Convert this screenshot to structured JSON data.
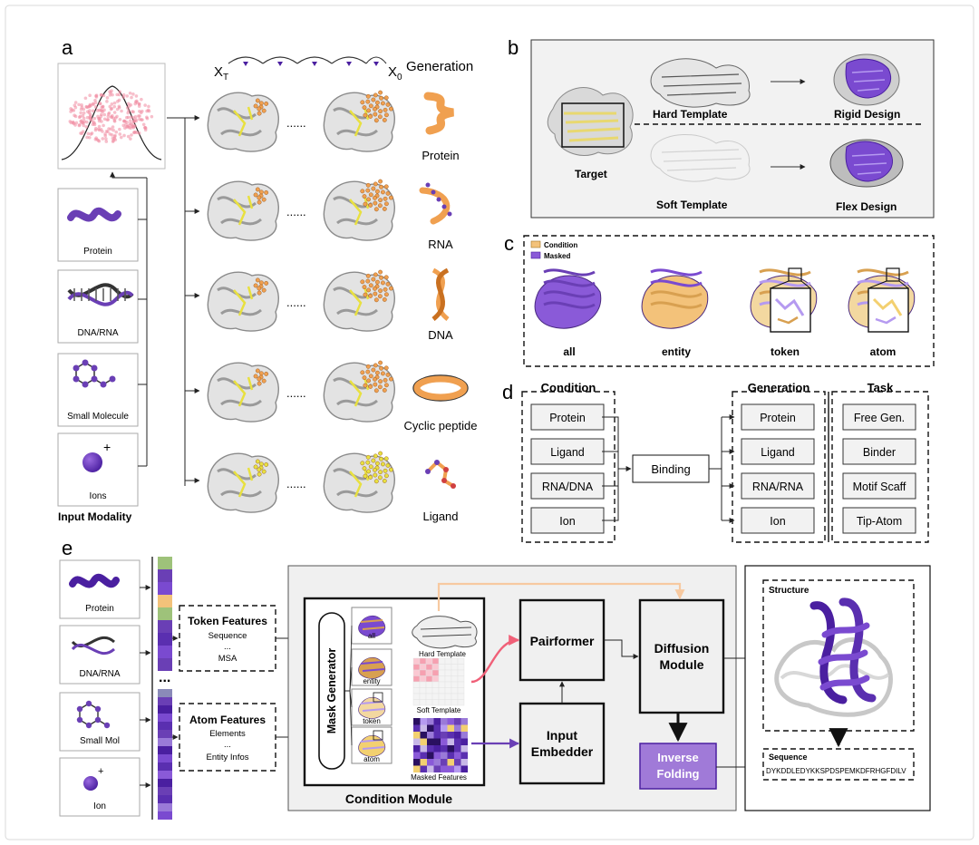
{
  "panel_letters": {
    "a": "a",
    "b": "b",
    "c": "c",
    "d": "d",
    "e": "e"
  },
  "panel_a": {
    "modalities": [
      "Protein",
      "DNA/RNA",
      "Small Molecule",
      "Ions"
    ],
    "title": "Input Modality",
    "x_start": "X",
    "x_start_sub": "T",
    "x_end": "X",
    "x_end_sub": "0",
    "generation_label": "Generation",
    "ellipsis": "......",
    "outputs": [
      "Protein",
      "RNA",
      "DNA",
      "Cyclic peptide",
      "Ligand"
    ]
  },
  "panel_b": {
    "target": "Target",
    "hard_template": "Hard Template",
    "soft_template": "Soft Template",
    "rigid_design": "Rigid Design",
    "flex_design": "Flex Design"
  },
  "panel_c": {
    "legend_condition": "Condition",
    "legend_masked": "Masked",
    "labels": [
      "all",
      "entity",
      "token",
      "atom"
    ]
  },
  "panel_d": {
    "condition_title": "Condition",
    "conditions": [
      "Protein",
      "Ligand",
      "RNA/DNA",
      "Ion"
    ],
    "binding": "Binding",
    "generation_title": "Generation",
    "generations": [
      "Protein",
      "Ligand",
      "RNA/RNA",
      "Ion"
    ],
    "task_title": "Task",
    "tasks": [
      "Free Gen.",
      "Binder",
      "Motif Scaff",
      "Tip-Atom"
    ]
  },
  "panel_e": {
    "inputs": [
      "Protein",
      "DNA/RNA",
      "Small Mol",
      "Ion"
    ],
    "ellipsis": "...",
    "token_features_title": "Token Features",
    "token_features_lines": [
      "Sequence",
      "...",
      "MSA"
    ],
    "atom_features_title": "Atom Features",
    "atom_features_lines": [
      "Elements",
      "...",
      "Entity Infos"
    ],
    "mask_generator": "Mask Generator",
    "mask_items": [
      "all",
      "entity",
      "token",
      "atom"
    ],
    "hard_template": "Hard Template",
    "soft_template": "Soft Template",
    "masked_features": "Masked Features",
    "pairformer": "Pairformer",
    "input_embedder_1": "Input",
    "input_embedder_2": "Embedder",
    "diffusion_1": "Diffusion",
    "diffusion_2": "Module",
    "inverse_1": "Inverse",
    "inverse_2": "Folding",
    "condition_module": "Condition Module",
    "structure": "Structure",
    "sequence_title": "Sequence",
    "sequence": "DYKDDLEDYKKSPDSPEMKDFRHGFDILV"
  },
  "colors": {
    "purple": "#6a3fb5",
    "deep_purple": "#4a1fa0",
    "orange": "#f0a050",
    "yellow": "#e8e040",
    "pink": "#f08aa0",
    "light_orange": "#f7c9a0",
    "inverse_fill": "#a07ad8"
  }
}
